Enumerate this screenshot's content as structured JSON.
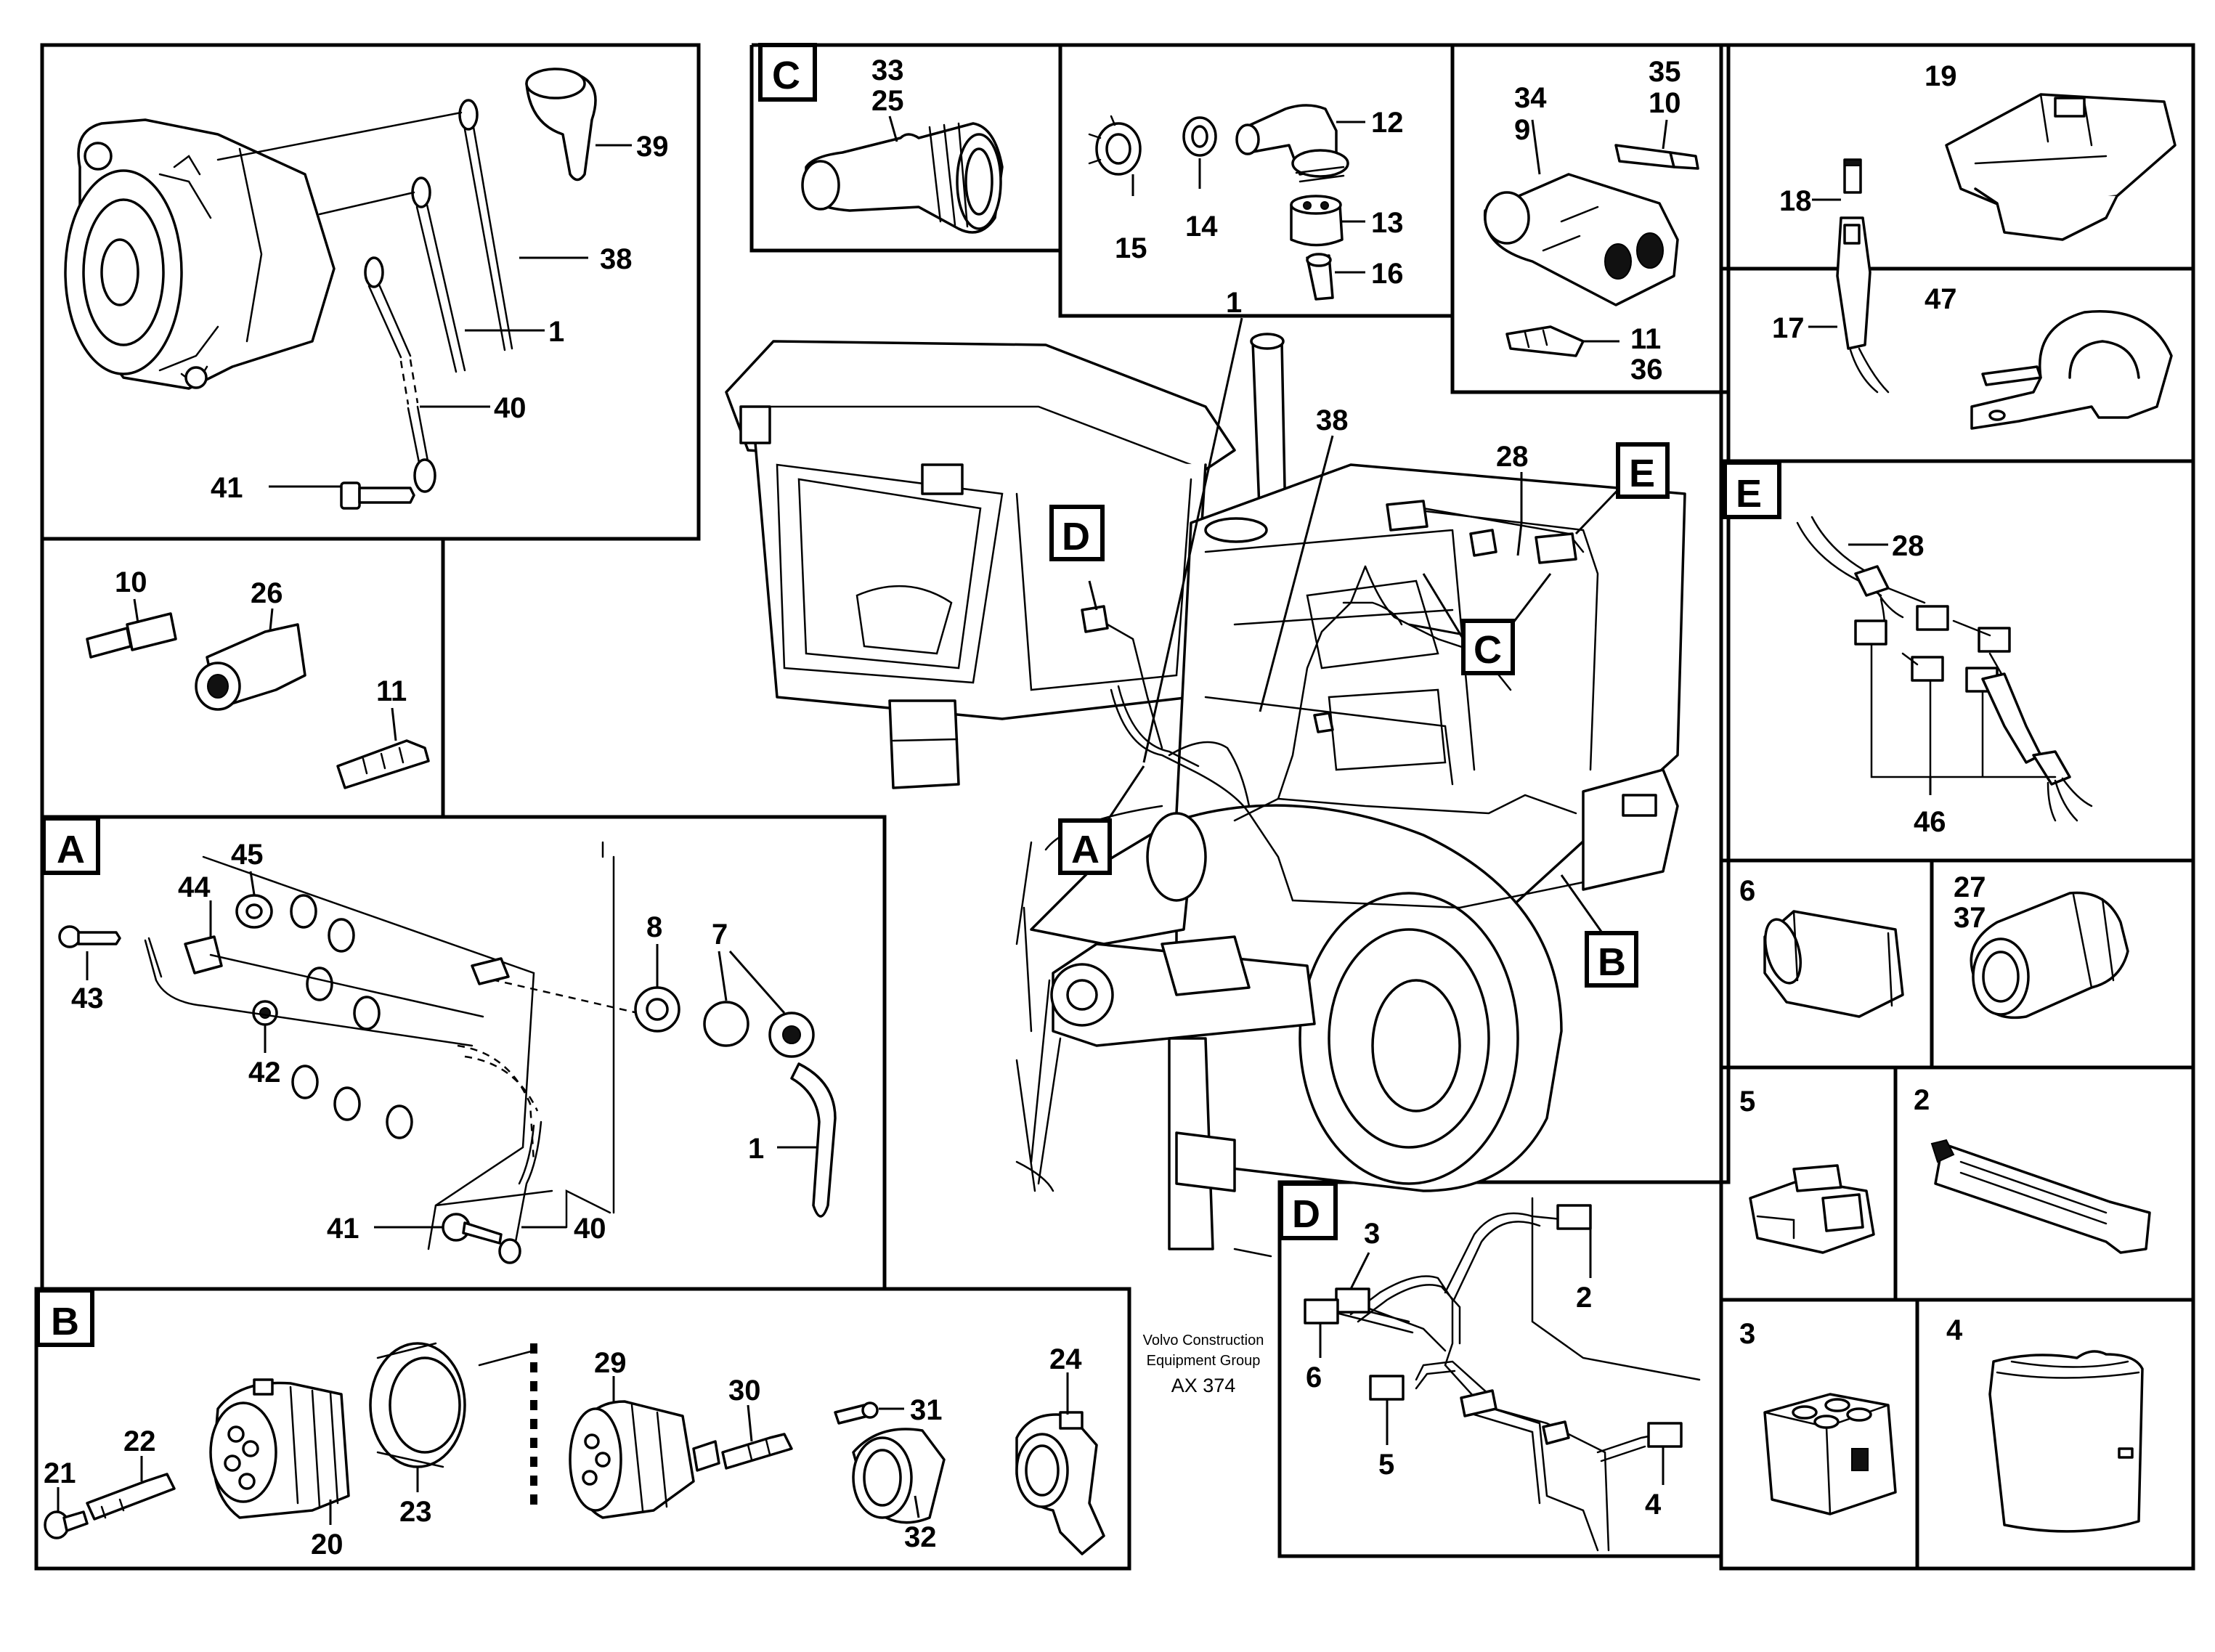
{
  "credit": {
    "line1": "Volvo Construction",
    "line2": "Equipment Group",
    "drawing_id": "AX 374"
  },
  "section_labels": {
    "A": "A",
    "B": "B",
    "C": "C",
    "D": "D",
    "E": "E"
  },
  "callouts": {
    "alt_39": "39",
    "alt_38": "38",
    "alt_1": "1",
    "alt_40": "40",
    "alt_41": "41",
    "conn_10": "10",
    "conn_26": "26",
    "conn_11": "11",
    "a_45": "45",
    "a_44": "44",
    "a_43": "43",
    "a_42": "42",
    "a_8": "8",
    "a_7": "7",
    "a_1": "1",
    "a_41": "41",
    "a_40": "40",
    "b_21": "21",
    "b_22": "22",
    "b_20": "20",
    "b_23": "23",
    "b_29": "29",
    "b_30": "30",
    "b_31": "31",
    "b_32": "32",
    "b_24": "24",
    "c_33": "33",
    "c_25": "25",
    "m_15": "15",
    "m_14": "14",
    "m_12": "12",
    "m_13": "13",
    "m_16": "16",
    "r_34": "34",
    "r_9": "9",
    "r_35": "35",
    "r_10": "10",
    "r_11": "11",
    "r_36": "36",
    "f_18": "18",
    "f_17": "17",
    "f_19": "19",
    "f_47": "47",
    "m_1": "1",
    "m_38": "38",
    "m_28": "28",
    "e_28": "28",
    "e_46": "46",
    "g_6": "6",
    "g_27": "27",
    "g_37": "37",
    "g_5": "5",
    "g_2": "2",
    "g_3": "3",
    "g_4": "4",
    "d_3": "3",
    "d_2": "2",
    "d_6": "6",
    "d_5": "5",
    "d_4": "4"
  },
  "icons": {
    "alternator": "alternator-icon",
    "machine": "wheel-loader-icon",
    "harness": "wiring-harness-icon"
  }
}
